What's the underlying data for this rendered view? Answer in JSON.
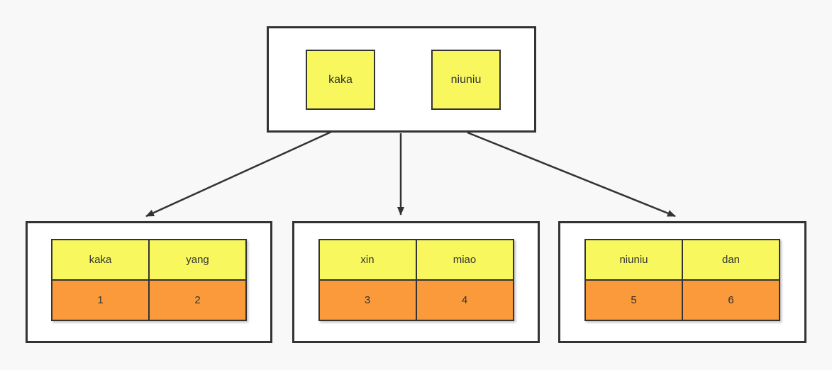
{
  "canvas": {
    "background": "#F8F8F8",
    "border_color": "#333333",
    "node_fill": "#FFFFFF",
    "note_yellow": "#F8F85E",
    "value_orange": "#FB9A3B",
    "arrow_color": "#333333"
  },
  "root_node": {
    "children": [
      {
        "label": "kaka"
      },
      {
        "label": "niuniu"
      }
    ]
  },
  "child_tables": [
    {
      "headers": [
        "kaka",
        "yang"
      ],
      "values": [
        "1",
        "2"
      ]
    },
    {
      "headers": [
        "xin",
        "miao"
      ],
      "values": [
        "3",
        "4"
      ]
    },
    {
      "headers": [
        "niuniu",
        "dan"
      ],
      "values": [
        "5",
        "6"
      ]
    }
  ]
}
